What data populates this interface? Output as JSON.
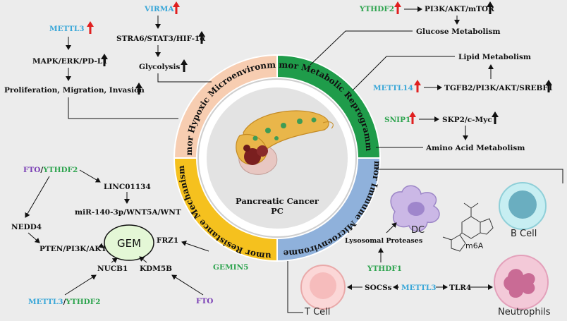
{
  "center": {
    "line1": "Pancreatic Cancer",
    "line2": "PC"
  },
  "ring": {
    "hypoxic": "Tumor Hypoxic Microenvironment",
    "metabolic": "Tumor Metabolic Reprogramming",
    "immune": "Tumor Immune Microenvironment",
    "resistance": "Tumor Resistance Mechanisms"
  },
  "hypoxic_panel": {
    "mettl3": "METTL3",
    "mapk": "MAPK/ERK/PD-L1",
    "proliferation": "Proliferation, Migration, Invasion",
    "virma": "VIRMA",
    "stra6": "STRA6/STAT3/HIF-1α",
    "glycolysis": "Glycolysis"
  },
  "metabolic_panel": {
    "ythdf2": "YTHDF2",
    "pi3k_mtor": "PI3K/AKT/mTOR",
    "glucose": "Glucose Metabolism",
    "lipid": "Lipid Metabolism",
    "mettl14": "METTL14",
    "tgfb2": "TGFB2/PI3K/AKT/SREBF1",
    "snip1": "SNIP1",
    "skp2": "SKP2/c-Myc",
    "amino": "Amino Acid Metabolism"
  },
  "resistance_panel": {
    "fto": "FTO",
    "slash": "/",
    "ythdf2": "YTHDF2",
    "linc": "LINC01134",
    "mir": "miR-140-3p/WNT5A/WNT",
    "nedd4": "NEDD4",
    "pten": "PTEN/PI3K/AKT",
    "gem": "GEM",
    "frz1": "FRZ1",
    "gemin5": "GEMIN5",
    "nucb1": "NUCB1",
    "kdm5b": "KDM5B",
    "mettl3": "METTL3",
    "ythdf2_b": "YTHDF2",
    "fto_b": "FTO"
  },
  "immune_panel": {
    "dc": "DC",
    "lysosomal": "Lysosomal Proteases",
    "m6a": "m6A",
    "bcell": "B Cell",
    "ythdf1": "YTHDF1",
    "socs": "SOCSs",
    "mettl3": "METTL3",
    "tlr4": "TLR4",
    "tcell": "T Cell",
    "neutrophils": "Neutrophils"
  },
  "colors": {
    "hypoxic": "#f7cdb1",
    "metabolic": "#1f9c4a",
    "immune": "#8fb1db",
    "resistance": "#f5c11e",
    "blue_text": "#3aa7d8",
    "green_text": "#2ea44f",
    "purple_text": "#7a3fb5",
    "up_arrow": "#e02020"
  }
}
